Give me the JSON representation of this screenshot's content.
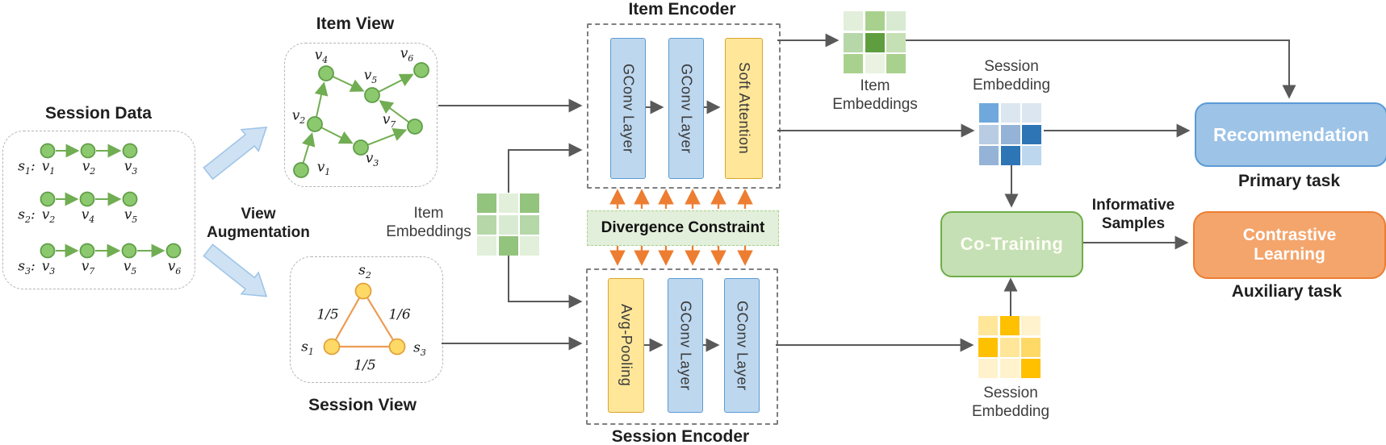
{
  "session_data": {
    "title": "Session Data",
    "sessions": [
      {
        "name": {
          "base": "s",
          "sub": "1"
        },
        "items": [
          {
            "base": "v",
            "sub": "1"
          },
          {
            "base": "v",
            "sub": "2"
          },
          {
            "base": "v",
            "sub": "3"
          }
        ]
      },
      {
        "name": {
          "base": "s",
          "sub": "2"
        },
        "items": [
          {
            "base": "v",
            "sub": "2"
          },
          {
            "base": "v",
            "sub": "4"
          },
          {
            "base": "v",
            "sub": "5"
          }
        ]
      },
      {
        "name": {
          "base": "s",
          "sub": "3"
        },
        "items": [
          {
            "base": "v",
            "sub": "3"
          },
          {
            "base": "v",
            "sub": "7"
          },
          {
            "base": "v",
            "sub": "5"
          },
          {
            "base": "v",
            "sub": "6"
          }
        ]
      }
    ]
  },
  "view_augmentation": {
    "line1": "View",
    "line2": "Augmentation"
  },
  "item_view": {
    "title": "Item View",
    "nodes": [
      {
        "id": "v1",
        "base": "v",
        "sub": "1"
      },
      {
        "id": "v2",
        "base": "v",
        "sub": "2"
      },
      {
        "id": "v3",
        "base": "v",
        "sub": "3"
      },
      {
        "id": "v4",
        "base": "v",
        "sub": "4"
      },
      {
        "id": "v5",
        "base": "v",
        "sub": "5"
      },
      {
        "id": "v6",
        "base": "v",
        "sub": "6"
      },
      {
        "id": "v7",
        "base": "v",
        "sub": "7"
      }
    ],
    "edges": [
      [
        "v1",
        "v2"
      ],
      [
        "v2",
        "v4"
      ],
      [
        "v4",
        "v5"
      ],
      [
        "v5",
        "v6"
      ],
      [
        "v2",
        "v3"
      ],
      [
        "v3",
        "v7"
      ],
      [
        "v7",
        "v5"
      ]
    ]
  },
  "session_view": {
    "title": "Session View",
    "nodes": [
      {
        "id": "s1",
        "base": "s",
        "sub": "1"
      },
      {
        "id": "s2",
        "base": "s",
        "sub": "2"
      },
      {
        "id": "s3",
        "base": "s",
        "sub": "3"
      }
    ],
    "edges": [
      {
        "from": "s1",
        "to": "s2",
        "label": "1/5"
      },
      {
        "from": "s2",
        "to": "s3",
        "label": "1/6"
      },
      {
        "from": "s1",
        "to": "s3",
        "label": "1/5"
      }
    ]
  },
  "item_encoder": {
    "title": "Item Encoder",
    "layers": [
      {
        "label": "GConv Layer",
        "type": "blue"
      },
      {
        "label": "GConv Layer",
        "type": "blue"
      },
      {
        "label": "Soft Attention",
        "type": "yellow"
      }
    ]
  },
  "session_encoder": {
    "title": "Session Encoder",
    "layers": [
      {
        "label": "Avg-Pooling",
        "type": "yellow"
      },
      {
        "label": "GConv Layer",
        "type": "blue"
      },
      {
        "label": "GConv Layer",
        "type": "blue"
      }
    ]
  },
  "divergence_constraint": {
    "label": "Divergence Constraint"
  },
  "embeddings": {
    "item_mid": {
      "label_line1": "Item",
      "label_line2": "Embeddings",
      "cells": [
        [
          "#93c47d",
          "#e2efda",
          "#93c47d"
        ],
        [
          "#b6d7a8",
          "#d9ead3",
          "#b6d7a8"
        ],
        [
          "#e2efda",
          "#93c47d",
          "#e2efda"
        ]
      ]
    },
    "item_top": {
      "label_line1": "Item",
      "label_line2": "Embeddings",
      "cells": [
        [
          "#e2efda",
          "#a9d18e",
          "#d9ead3"
        ],
        [
          "#b6d7a8",
          "#5f9e3e",
          "#c5e0b4"
        ],
        [
          "#a9d18e",
          "#eaf3e2",
          "#a9d18e"
        ]
      ]
    },
    "session_blue": {
      "label_line1": "Session",
      "label_line2": "Embedding",
      "cells": [
        [
          "#6fa8dc",
          "#dce6f1",
          "#dce6f1"
        ],
        [
          "#b8cce4",
          "#95b3d7",
          "#2e75b6"
        ],
        [
          "#95b3d7",
          "#2e75b6",
          "#bdd7ee"
        ]
      ]
    },
    "session_yellow": {
      "label_line1": "Session",
      "label_line2": "Embedding",
      "cells": [
        [
          "#ffe699",
          "#ffc000",
          "#fff2cc"
        ],
        [
          "#ffc000",
          "#ffe699",
          "#ffd966"
        ],
        [
          "#fff2cc",
          "#fff2cc",
          "#ffc000"
        ]
      ]
    }
  },
  "outputs": {
    "recommendation": {
      "label": "Recommendation",
      "task": "Primary task"
    },
    "co_training": {
      "label": "Co-Training"
    },
    "informative_samples": {
      "line1": "Informative",
      "line2": "Samples"
    },
    "contrastive": {
      "line1": "Contrastive",
      "line2": "Learning",
      "task": "Auxiliary task"
    }
  },
  "colors": {
    "connector_gray": "#595959",
    "node_green_fill": "#8cc96e",
    "node_green_stroke": "#5f9e47",
    "edge_green": "#71ad52",
    "node_yellow_fill": "#ffd966",
    "node_yellow_stroke": "#e3a13c",
    "edge_orange": "#ed9c53",
    "divergence_arrow_orange": "#ed7d31",
    "block_arrow_fill": "#cfe2f3",
    "block_arrow_stroke": "#9fc5e8",
    "recommendation_fill": "#9dc3e6",
    "recommendation_stroke": "#5b9bd5",
    "co_training_fill": "#c5e0b4",
    "co_training_stroke": "#70ad47",
    "contrastive_fill": "#f4a56c",
    "contrastive_stroke": "#ed7d31"
  }
}
